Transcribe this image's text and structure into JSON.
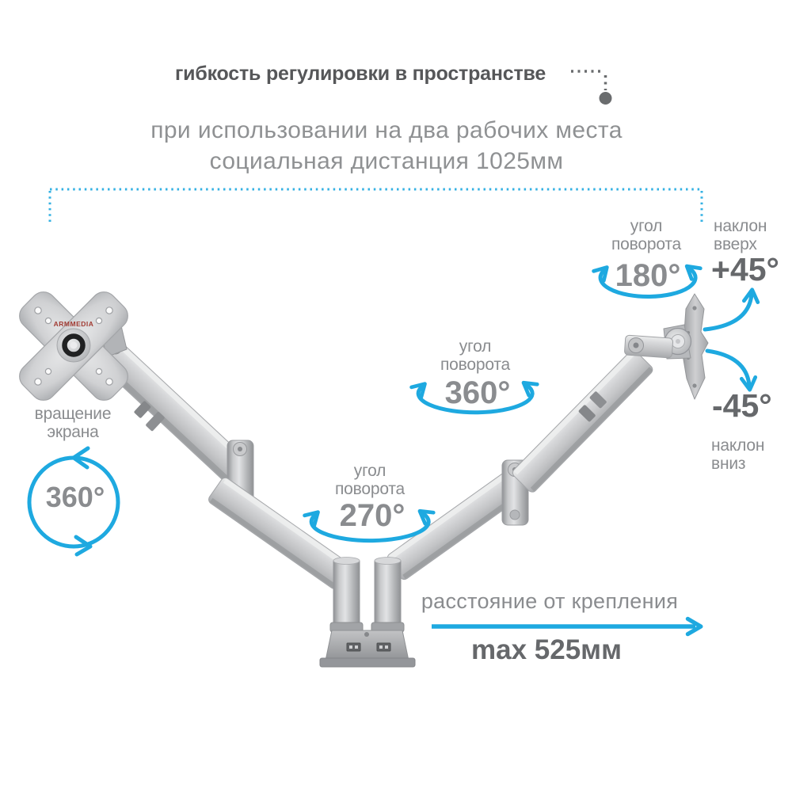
{
  "colors": {
    "accent": "#1ea9e0",
    "title_text": "#565759",
    "muted_text": "#8a8c8f",
    "dark_text": "#66686b",
    "logo_red": "#a23c34"
  },
  "header": {
    "title": "гибкость регулировки в пространстве",
    "subtitle_line1": "при использовании на два рабочих места",
    "subtitle_line2": "социальная дистанция 1025мм"
  },
  "product": {
    "brand": "ARMMEDIA"
  },
  "annotations": {
    "screen_rotation": {
      "line1": "вращение",
      "line2": "экрана",
      "value": "360°"
    },
    "pivot_top": {
      "line1": "угол",
      "line2": "поворота",
      "value": "180°"
    },
    "tilt_up": {
      "line1": "наклон",
      "line2": "вверх",
      "value": "+45°"
    },
    "tilt_down": {
      "line1": "наклон",
      "line2": "вниз",
      "value": "-45°"
    },
    "pivot_mid": {
      "line1": "угол",
      "line2": "поворота",
      "value": "360°"
    },
    "pivot_base": {
      "line1": "угол",
      "line2": "поворота",
      "value": "270°"
    },
    "reach": {
      "label": "расстояние от крепления",
      "value": "max 525мм"
    }
  }
}
